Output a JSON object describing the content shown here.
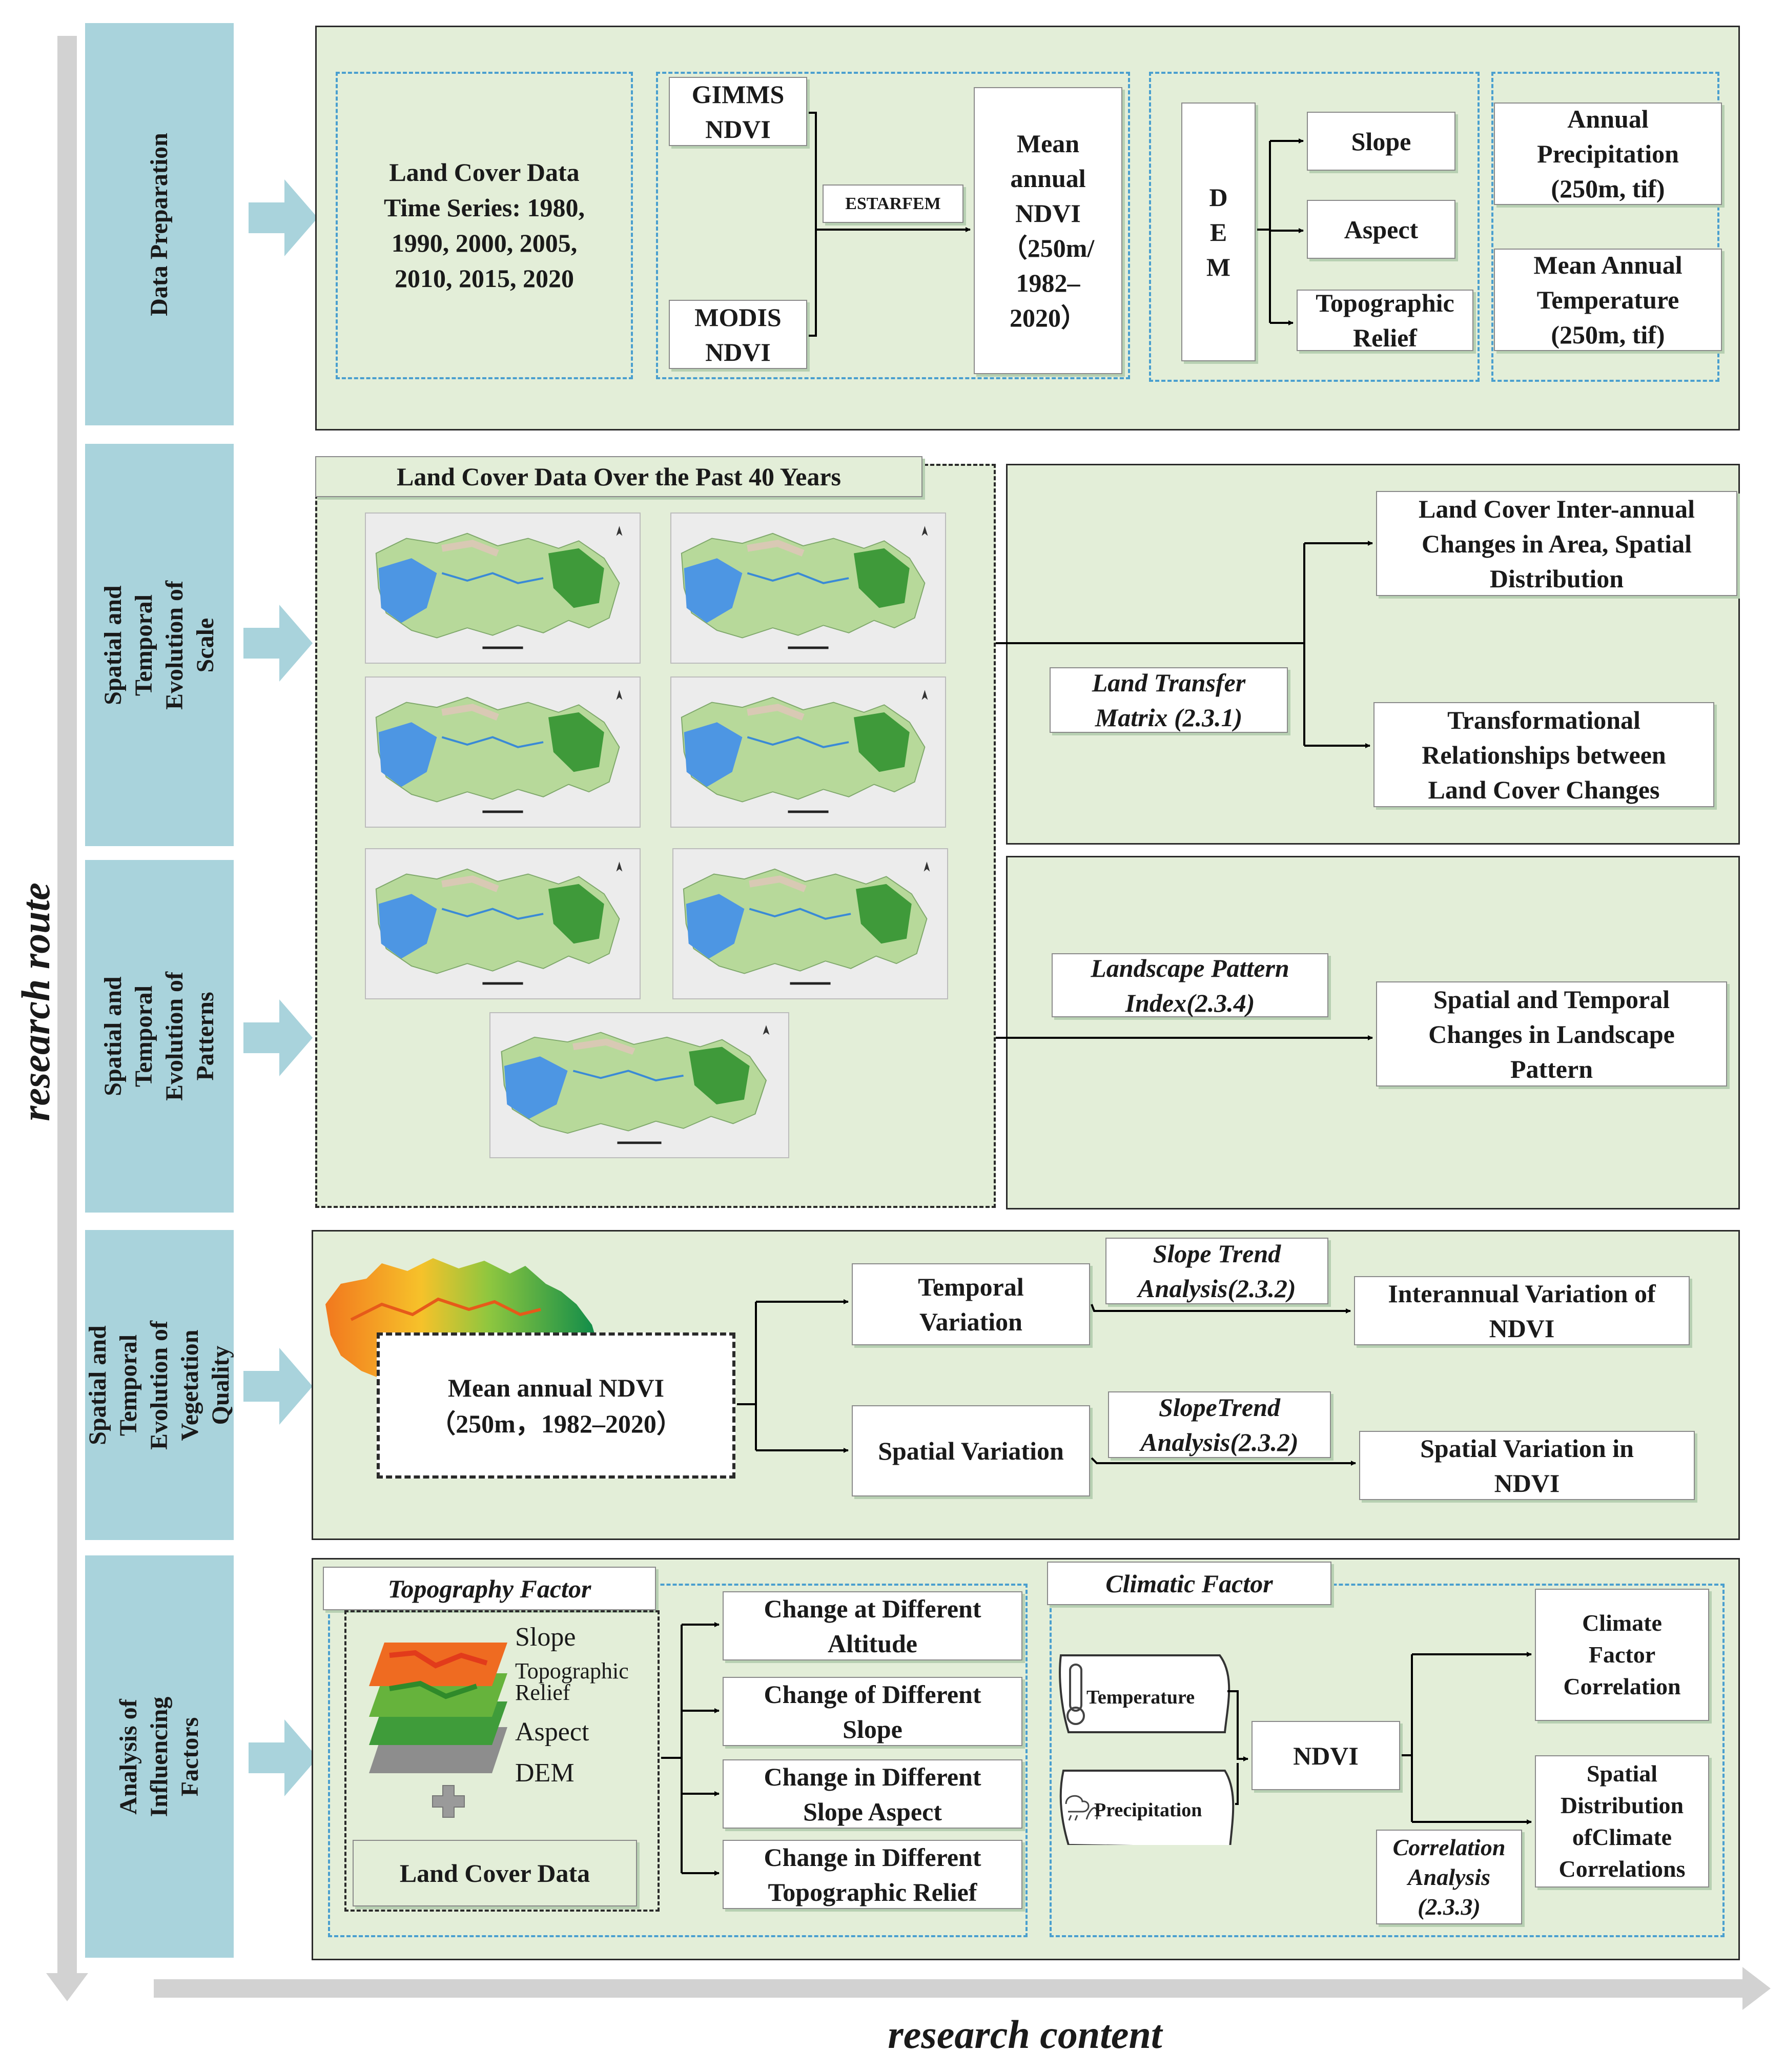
{
  "axes": {
    "vertical_label": "research route",
    "horizontal_label": "research content"
  },
  "sidebar": [
    "Data Preparation",
    "Spatial and Temporal\nEvolution of Scale",
    "Spatial and Temporal\nEvolution of Patterns",
    "Spatial and Temporal\nEvolution of\nVegetation Quality",
    "Analysis of Influencing\nFactors"
  ],
  "prep": {
    "land_cover": "Land Cover Data\nTime Series: 1980,\n1990, 2000, 2005,\n2010, 2015, 2020",
    "gimms": "GIMMS\nNDVI",
    "modis": "MODIS\nNDVI",
    "estarfem": "ESTARFEM",
    "mean_ndvi": "Mean\nannual\nNDVI\n（250m/\n1982–\n2020）",
    "dem": "D\nE\nM",
    "slope": "Slope",
    "aspect": "Aspect",
    "relief": "Topographic\nRelief",
    "precip": "Annual\nPrecipitation\n(250m, tif)",
    "temp": "Mean Annual\nTemperature\n(250m, tif)"
  },
  "scale": {
    "maps_title": "Land Cover Data Over the Past 40 Years",
    "transfer": "Land Transfer\nMatrix (2.3.1)",
    "out1": "Land Cover Inter-annual\nChanges in Area, Spatial\nDistribution",
    "out2": "Transformational\nRelationships between\nLand Cover Changes"
  },
  "pattern": {
    "index": "Landscape Pattern\nIndex(2.3.4)",
    "out": "Spatial and Temporal\nChanges in Landscape\nPattern"
  },
  "veg": {
    "mean": "Mean annual NDVI\n（250m，1982–2020）",
    "temporal": "Temporal\nVariation",
    "spatial": "Spatial Variation",
    "trend1": "Slope Trend\nAnalysis(2.3.2)",
    "trend2": "SlopeTrend\nAnalysis(2.3.2)",
    "out1": "Interannual Variation of\nNDVI",
    "out2": "Spatial Variation in\nNDVI"
  },
  "factors": {
    "topo_title": "Topography Factor",
    "layers": [
      "Slope",
      "Topographic\nRelief",
      "Aspect",
      "DEM"
    ],
    "land_cover": "Land Cover Data",
    "changes": [
      "Change at Different\nAltitude",
      "Change of Different\nSlope",
      "Change in Different\nSlope Aspect",
      "Change in Different\nTopographic Relief"
    ],
    "climate_title": "Climatic Factor",
    "temperature": "Temperature",
    "precipitation": "Precipitation",
    "ndvi": "NDVI",
    "corr": "Correlation\nAnalysis\n(2.3.3)",
    "out1": "Climate\nFactor\nCorrelation",
    "out2": "Spatial\nDistribution\nofClimate\nCorrelations"
  },
  "colors": {
    "sidebar": "#a9d3dc",
    "panel": "#e3eed8",
    "dash_blue": "#4a9fcf",
    "arrow": "#a9d3dc"
  }
}
